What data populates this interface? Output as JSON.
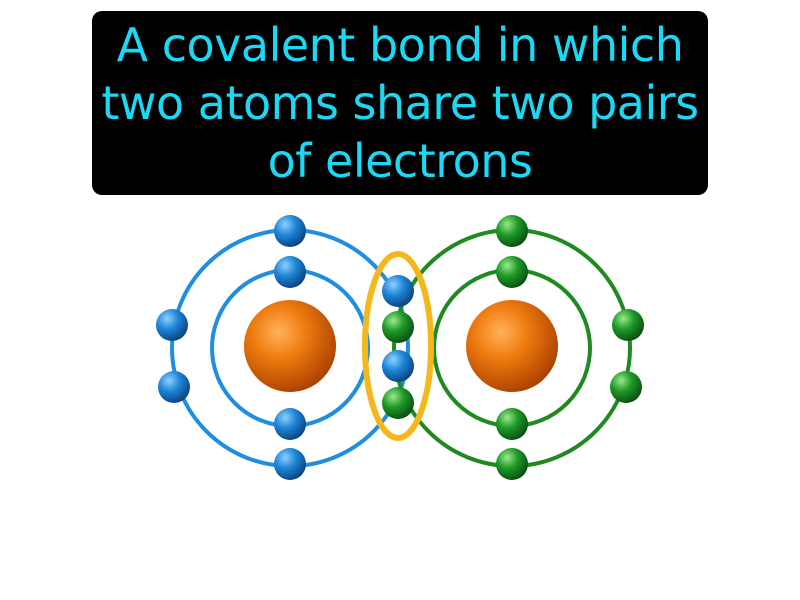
{
  "caption": {
    "text": "A covalent bond in which two atoms share two pairs of electrons",
    "background_color": "#000000",
    "text_color": "#19d9f5"
  },
  "diagram": {
    "atoms": [
      {
        "side": "left",
        "shell_color": "#1f8ee0",
        "electron_color": "blue",
        "outer_electrons_visible": 8
      },
      {
        "side": "right",
        "shell_color": "#1f8a1f",
        "electron_color": "green",
        "outer_electrons_visible": 8
      }
    ],
    "shared_pairs": 2,
    "shared_electrons": [
      "blue",
      "green",
      "blue",
      "green"
    ],
    "highlight_color": "#f5b81c",
    "nucleus_color": "#e06a00"
  }
}
